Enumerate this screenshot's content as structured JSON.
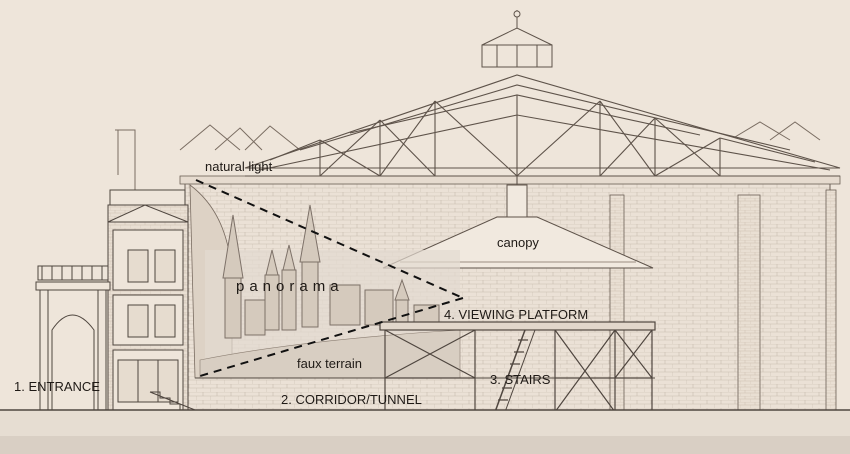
{
  "labels": {
    "natural_light": "natural light",
    "canopy": "canopy",
    "panorama": "panorama",
    "viewing_platform": "4. VIEWING PLATFORM",
    "faux_terrain": "faux terrain",
    "stairs": "3. STAIRS",
    "entrance": "1. ENTRANCE",
    "corridor": "2. CORRIDOR/TUNNEL"
  },
  "colors": {
    "paper": "#eee5da",
    "ink": "#6b5f55",
    "brick": "#e8ddd2",
    "dashed_line": "#111111",
    "ground": "#d9cfc4"
  }
}
